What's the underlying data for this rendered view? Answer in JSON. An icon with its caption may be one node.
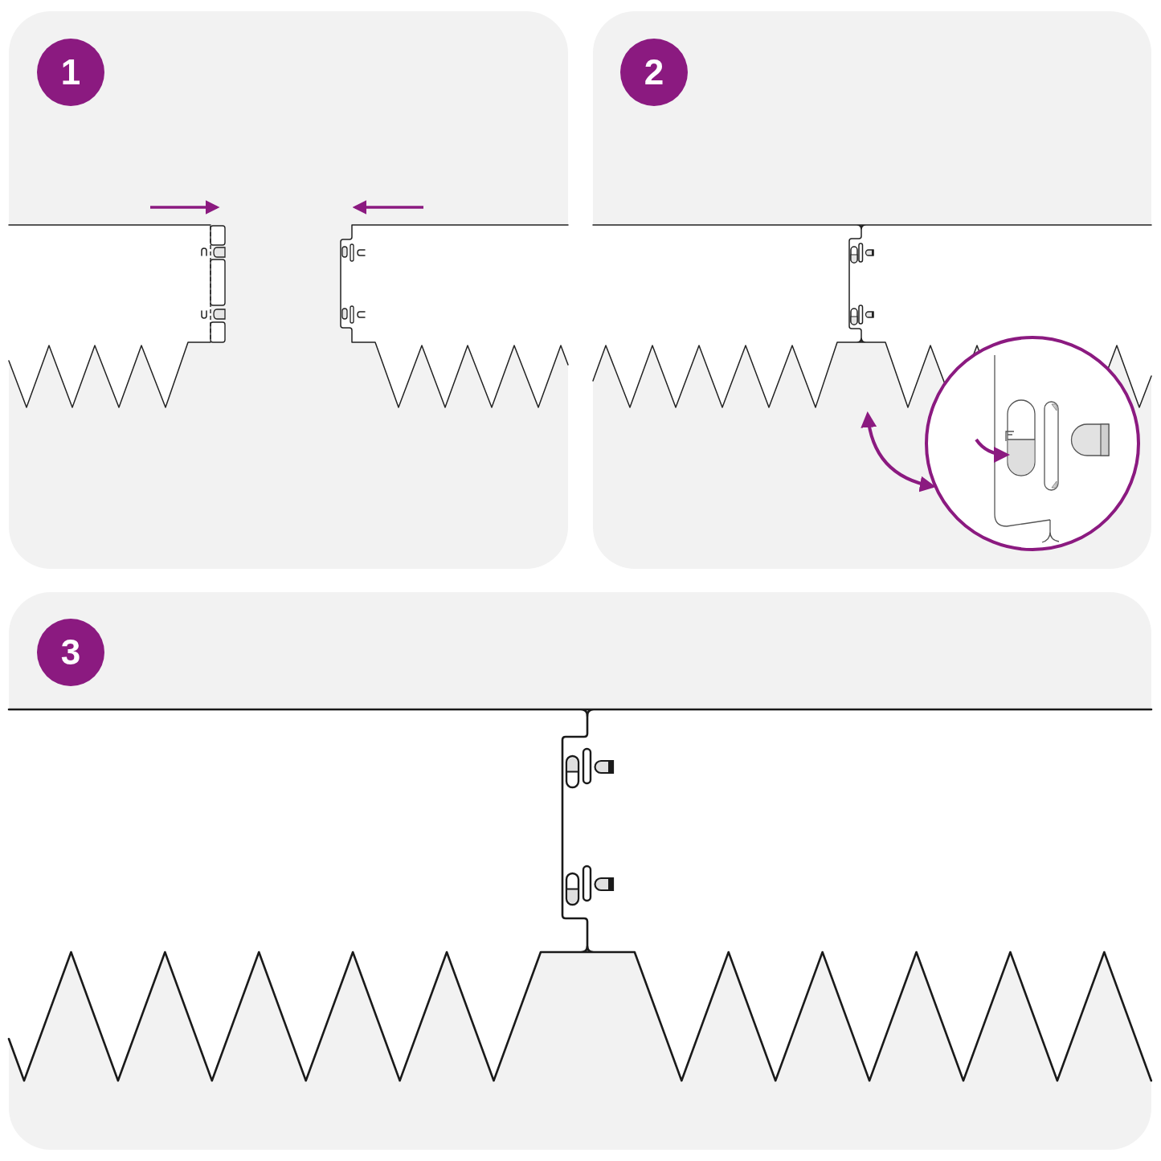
{
  "diagram": {
    "nodes": [
      {
        "text": [],
        "shape": "box"
      },
      {
        "text": [
          "1"
        ],
        "in": 0
      },
      {
        "text": [],
        "shape": "box"
      },
      {
        "text": [
          "2"
        ],
        "in": 2
      },
      {
        "text": [],
        "shape": "circle",
        "in": 2
      },
      {
        "text": [],
        "shape": "box"
      },
      {
        "text": [
          "3"
        ],
        "in": 5
      }
    ],
    "edges": [
      {
        "from": null,
        "to": 4,
        "arrow": "both"
      }
    ]
  }
}
